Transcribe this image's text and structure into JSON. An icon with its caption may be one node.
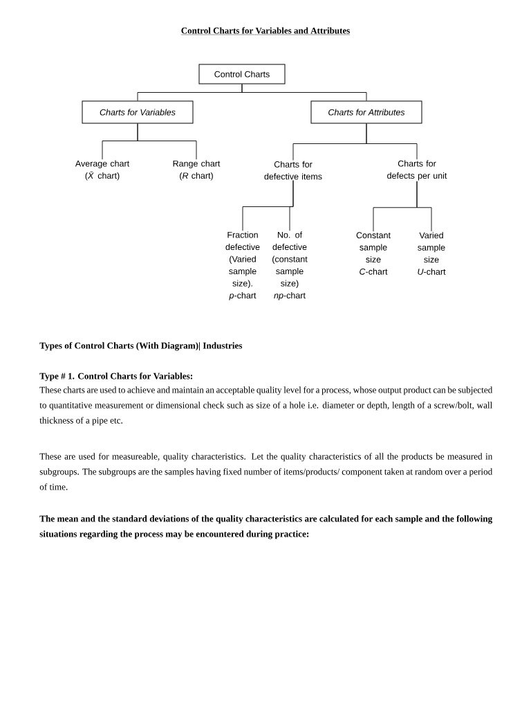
{
  "diagram": {
    "title": "Control Charts for Variables and Attributes",
    "nodes": [
      {
        "text": [
          "Control Charts"
        ]
      },
      {
        "text": [
          "Charts for Variables"
        ]
      },
      {
        "text": [
          "Charts for Attributes"
        ]
      },
      {
        "text": [
          "Average chart (*X̄* chart)"
        ]
      },
      {
        "text": [
          "Range chart (*R* chart)"
        ]
      },
      {
        "text": [
          "Charts for defective items"
        ]
      },
      {
        "text": [
          "Charts for defects per unit"
        ]
      },
      {
        "text": [
          "Fraction defective (Varied sample size). *p*-chart"
        ]
      },
      {
        "text": [
          "No. of defective (constant sample size) *np*-chart"
        ]
      },
      {
        "text": [
          "Constant sample size *C*-chart"
        ]
      },
      {
        "text": [
          "Varied sample size *U*-chart"
        ]
      }
    ],
    "edges": [
      {
        "from": 0,
        "to": 1,
        "arrow": "none"
      },
      {
        "from": 0,
        "to": 2,
        "arrow": "none"
      },
      {
        "from": 1,
        "to": 3,
        "arrow": "none"
      },
      {
        "from": 1,
        "to": 4,
        "arrow": "none"
      },
      {
        "from": 2,
        "to": 5,
        "arrow": "none"
      },
      {
        "from": 2,
        "to": 6,
        "arrow": "none"
      },
      {
        "from": 5,
        "to": 7,
        "arrow": "none"
      },
      {
        "from": 5,
        "to": 8,
        "arrow": "none"
      },
      {
        "from": 6,
        "to": 9,
        "arrow": "none"
      },
      {
        "from": 6,
        "to": 10,
        "arrow": "none"
      }
    ],
    "labels": [
      "Types of Control Charts (With Diagram)| Industries",
      "Type # 1. Control Charts for Variables:",
      "These charts are used to achieve and maintain an acceptable quality level for a process, whose output product can be subjected to quantitative measurement or dimensional check such as size of a hole i.e. diameter or depth, length of a screw/bolt, wall thickness of a pipe etc.",
      "These are used for measureable, quality characteristics. Let the quality characteristics of all the products be measured in subgroups. The subgroups are the samples having fixed number of items/products/ component taken at random over a period of time.",
      "The mean and the standard deviations of the quality characteristics are calculated for each sample and the following situations regarding the process may be encountered during practice:"
    ]
  }
}
